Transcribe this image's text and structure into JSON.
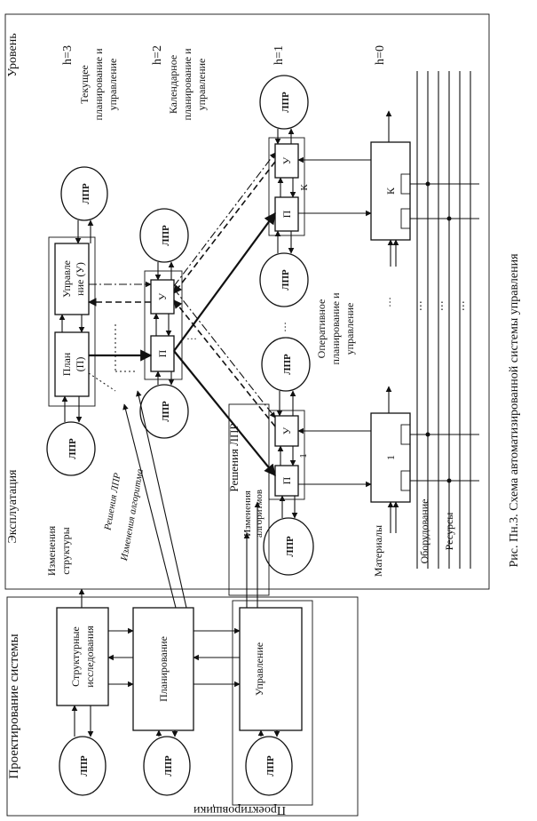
{
  "caption": "Рис. Пн.3. Схема автоматизированной системы управления",
  "design_section": {
    "title": "Проектирование системы",
    "designers": "Проектировщики",
    "blocks": [
      "Структурные исследования",
      "Планирование",
      "Управление"
    ]
  },
  "ops_section": {
    "title": "Эксплуатация",
    "level_title": "Уровень",
    "levels": [
      {
        "h": "h=3",
        "name": "Текущее планирование и управление"
      },
      {
        "h": "h=2",
        "name": "Календарное планирование и управление"
      },
      {
        "h": "h=1",
        "name": ""
      },
      {
        "h": "h=0",
        "name": ""
      }
    ],
    "oper_label": "Оперативное планирование и управление",
    "plan_block": "План (П)",
    "control_block": "Управле ние (У)",
    "p": "П",
    "u": "У",
    "k": "К",
    "one": "1",
    "dots": "…",
    "dots_v": "⋮"
  },
  "dm": "ЛПР",
  "annotations": {
    "changes_structure": "Изменения структуры",
    "dm_decisions_1": "Решения ЛПР",
    "algo_changes_1": "Изменения алгоритма",
    "dm_decisions_2": "Решения ЛПР",
    "algo_changes_2": "Изменения алгоритмов"
  },
  "resources": [
    "Материалы",
    "Оборудование",
    "Ресурсы"
  ]
}
